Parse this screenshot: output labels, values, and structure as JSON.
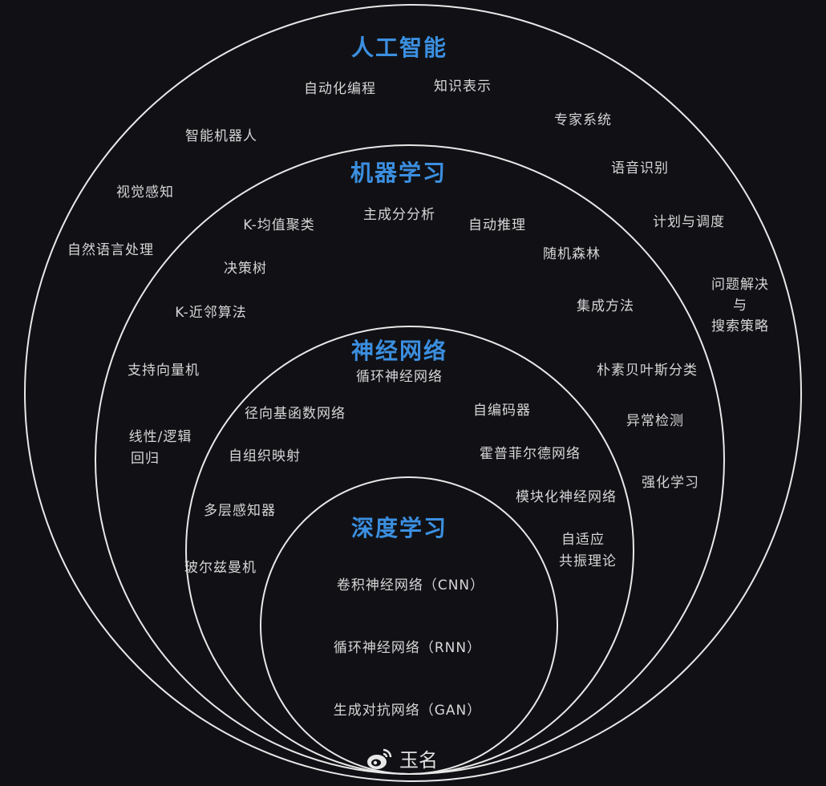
{
  "colors": {
    "background": "#111115",
    "title": "#3b8fe0",
    "text": "#d6d6d6",
    "ring": "#e8e8e8"
  },
  "ai": {
    "title": "人工智能",
    "items": [
      "自动化编程",
      "知识表示",
      "专家系统",
      "智能机器人",
      "语音识别",
      "视觉感知",
      "计划与调度",
      "自然语言处理",
      "问题解决",
      "与",
      "搜索策略"
    ]
  },
  "ml": {
    "title": "机器学习",
    "items": [
      "K-均值聚类",
      "主成分分析",
      "自动推理",
      "随机森林",
      "决策树",
      "K-近邻算法",
      "集成方法",
      "支持向量机",
      "朴素贝叶斯分类",
      "异常检测",
      "线性/逻辑",
      "回归",
      "强化学习"
    ]
  },
  "nn": {
    "title": "神经网络",
    "items": [
      "循环神经网络",
      "径向基函数网络",
      "自编码器",
      "自组织映射",
      "霍普菲尔德网络",
      "多层感知器",
      "模块化神经网络",
      "自适应",
      "共振理论",
      "玻尔兹曼机"
    ]
  },
  "dl": {
    "title": "深度学习",
    "items": [
      "卷积神经网络（CNN）",
      "循环神经网络（RNN）",
      "生成对抗网络（GAN）"
    ]
  },
  "watermark": {
    "icon": "weibo-icon",
    "text": "玉名"
  }
}
